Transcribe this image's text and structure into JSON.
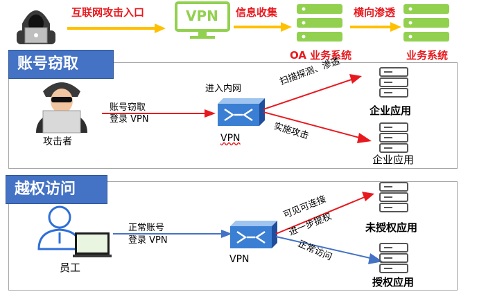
{
  "top_flow": {
    "step1": "互联网攻击入口",
    "vpn": "VPN",
    "step2": "信息收集",
    "step3": "横向渗透",
    "oa_label": "OA 业务系统",
    "biz_label": "业务系统"
  },
  "panel1": {
    "tag": "账号窃取",
    "attacker": "攻击者",
    "edge_line1": "账号窃取",
    "edge_line2": "登录 VPN",
    "enter": "进入内网",
    "vpn": "VPN",
    "scan": "扫描探测、渗透",
    "attack": "实施攻击",
    "app1": "企业应用",
    "app2": "企业应用"
  },
  "panel2": {
    "tag": "越权访问",
    "employee": "员工",
    "edge_line1": "正常账号",
    "edge_line2": "登录 VPN",
    "vpn": "VPN",
    "unauth_edge_1": "可见可连接",
    "unauth_edge_2": "进一步提权",
    "normal_edge": "正常访问",
    "app_unauth": "未授权应用",
    "app_auth": "授权应用"
  },
  "colors": {
    "red": "#e8191e",
    "blue": "#4472c4",
    "yellow": "#ffc000",
    "green": "#92d050"
  }
}
